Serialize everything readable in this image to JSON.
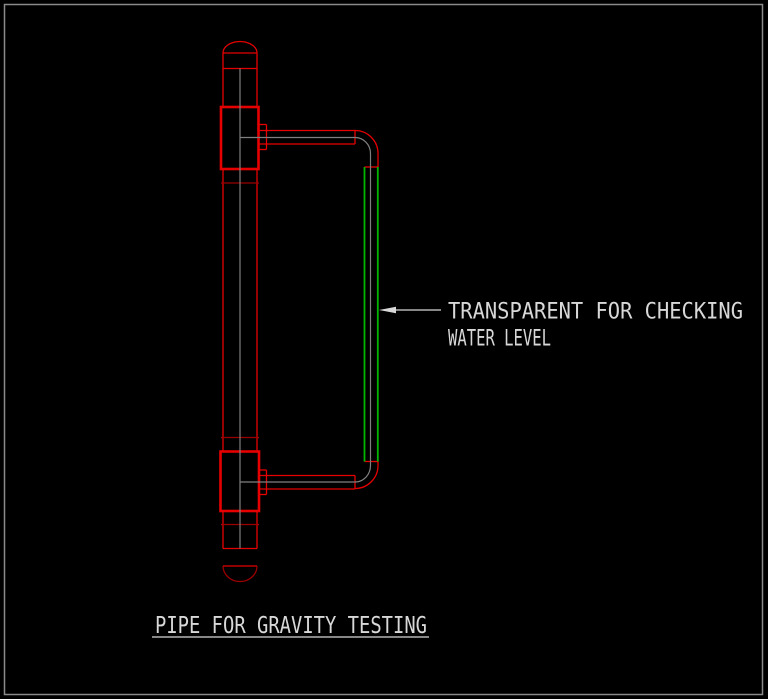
{
  "drawing": {
    "annotation": {
      "line1": "TRANSPARENT FOR CHECKING",
      "line2": "WATER LEVEL"
    },
    "title": "PIPE FOR GRAVITY TESTING"
  },
  "colors": {
    "background": "#000000",
    "frame": "#8a8a8a",
    "pipe_red": "#e60000",
    "joint_dark_red": "#9a0000",
    "transparent_green": "#00b400",
    "centerline_gray": "#7f7f7f",
    "text_white": "#d8d8d8"
  }
}
